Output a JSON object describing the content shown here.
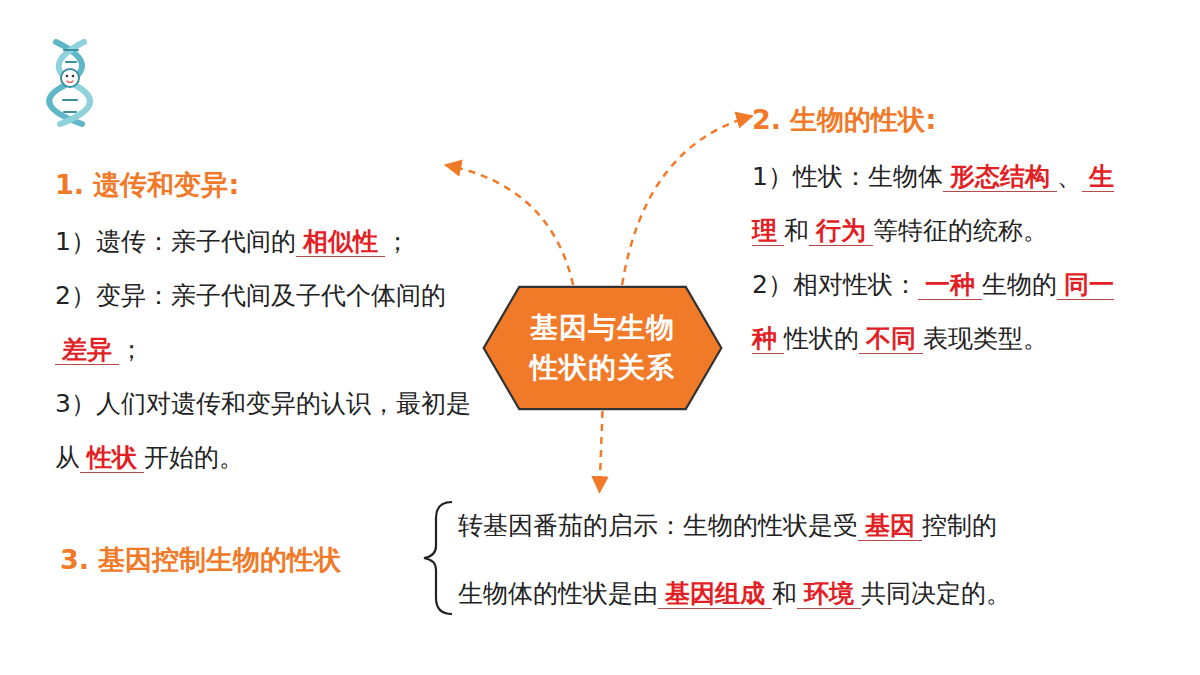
{
  "diagram": {
    "nodes": [
      {
        "text": [
          "基因与生物性状的关系"
        ]
      },
      {
        "text": [
          "1. 遗传和变异:",
          "1）遗传：亲子代间的",
          "相似性",
          "；",
          "2）变异：亲子代间及子代个体间的",
          "差异",
          "；",
          "3）人们对遗传和变异的认识，最初是从",
          "性状",
          "开始的。"
        ]
      },
      {
        "text": [
          "2. 生物的性状:",
          "1）性状：生物体",
          "形态结构",
          "、",
          "生理",
          "和",
          "行为",
          "等特征的统称。",
          "2）相对性状：",
          "一种",
          "生物的",
          "同一种",
          "性状的",
          "不同",
          "表现类型。"
        ]
      },
      {
        "text": [
          "3. 基因控制生物的性状",
          "转基因番茄的启示：生物的性状是受",
          "基因",
          "控制的",
          "生物体的性状是由",
          "基因组成",
          "和",
          "环境",
          "共同决定的。"
        ]
      }
    ],
    "edges": [
      {
        "from": 0,
        "to": 1,
        "arrow": "to"
      },
      {
        "from": 0,
        "to": 2,
        "arrow": "to"
      },
      {
        "from": 0,
        "to": 3,
        "arrow": "to"
      }
    ]
  }
}
